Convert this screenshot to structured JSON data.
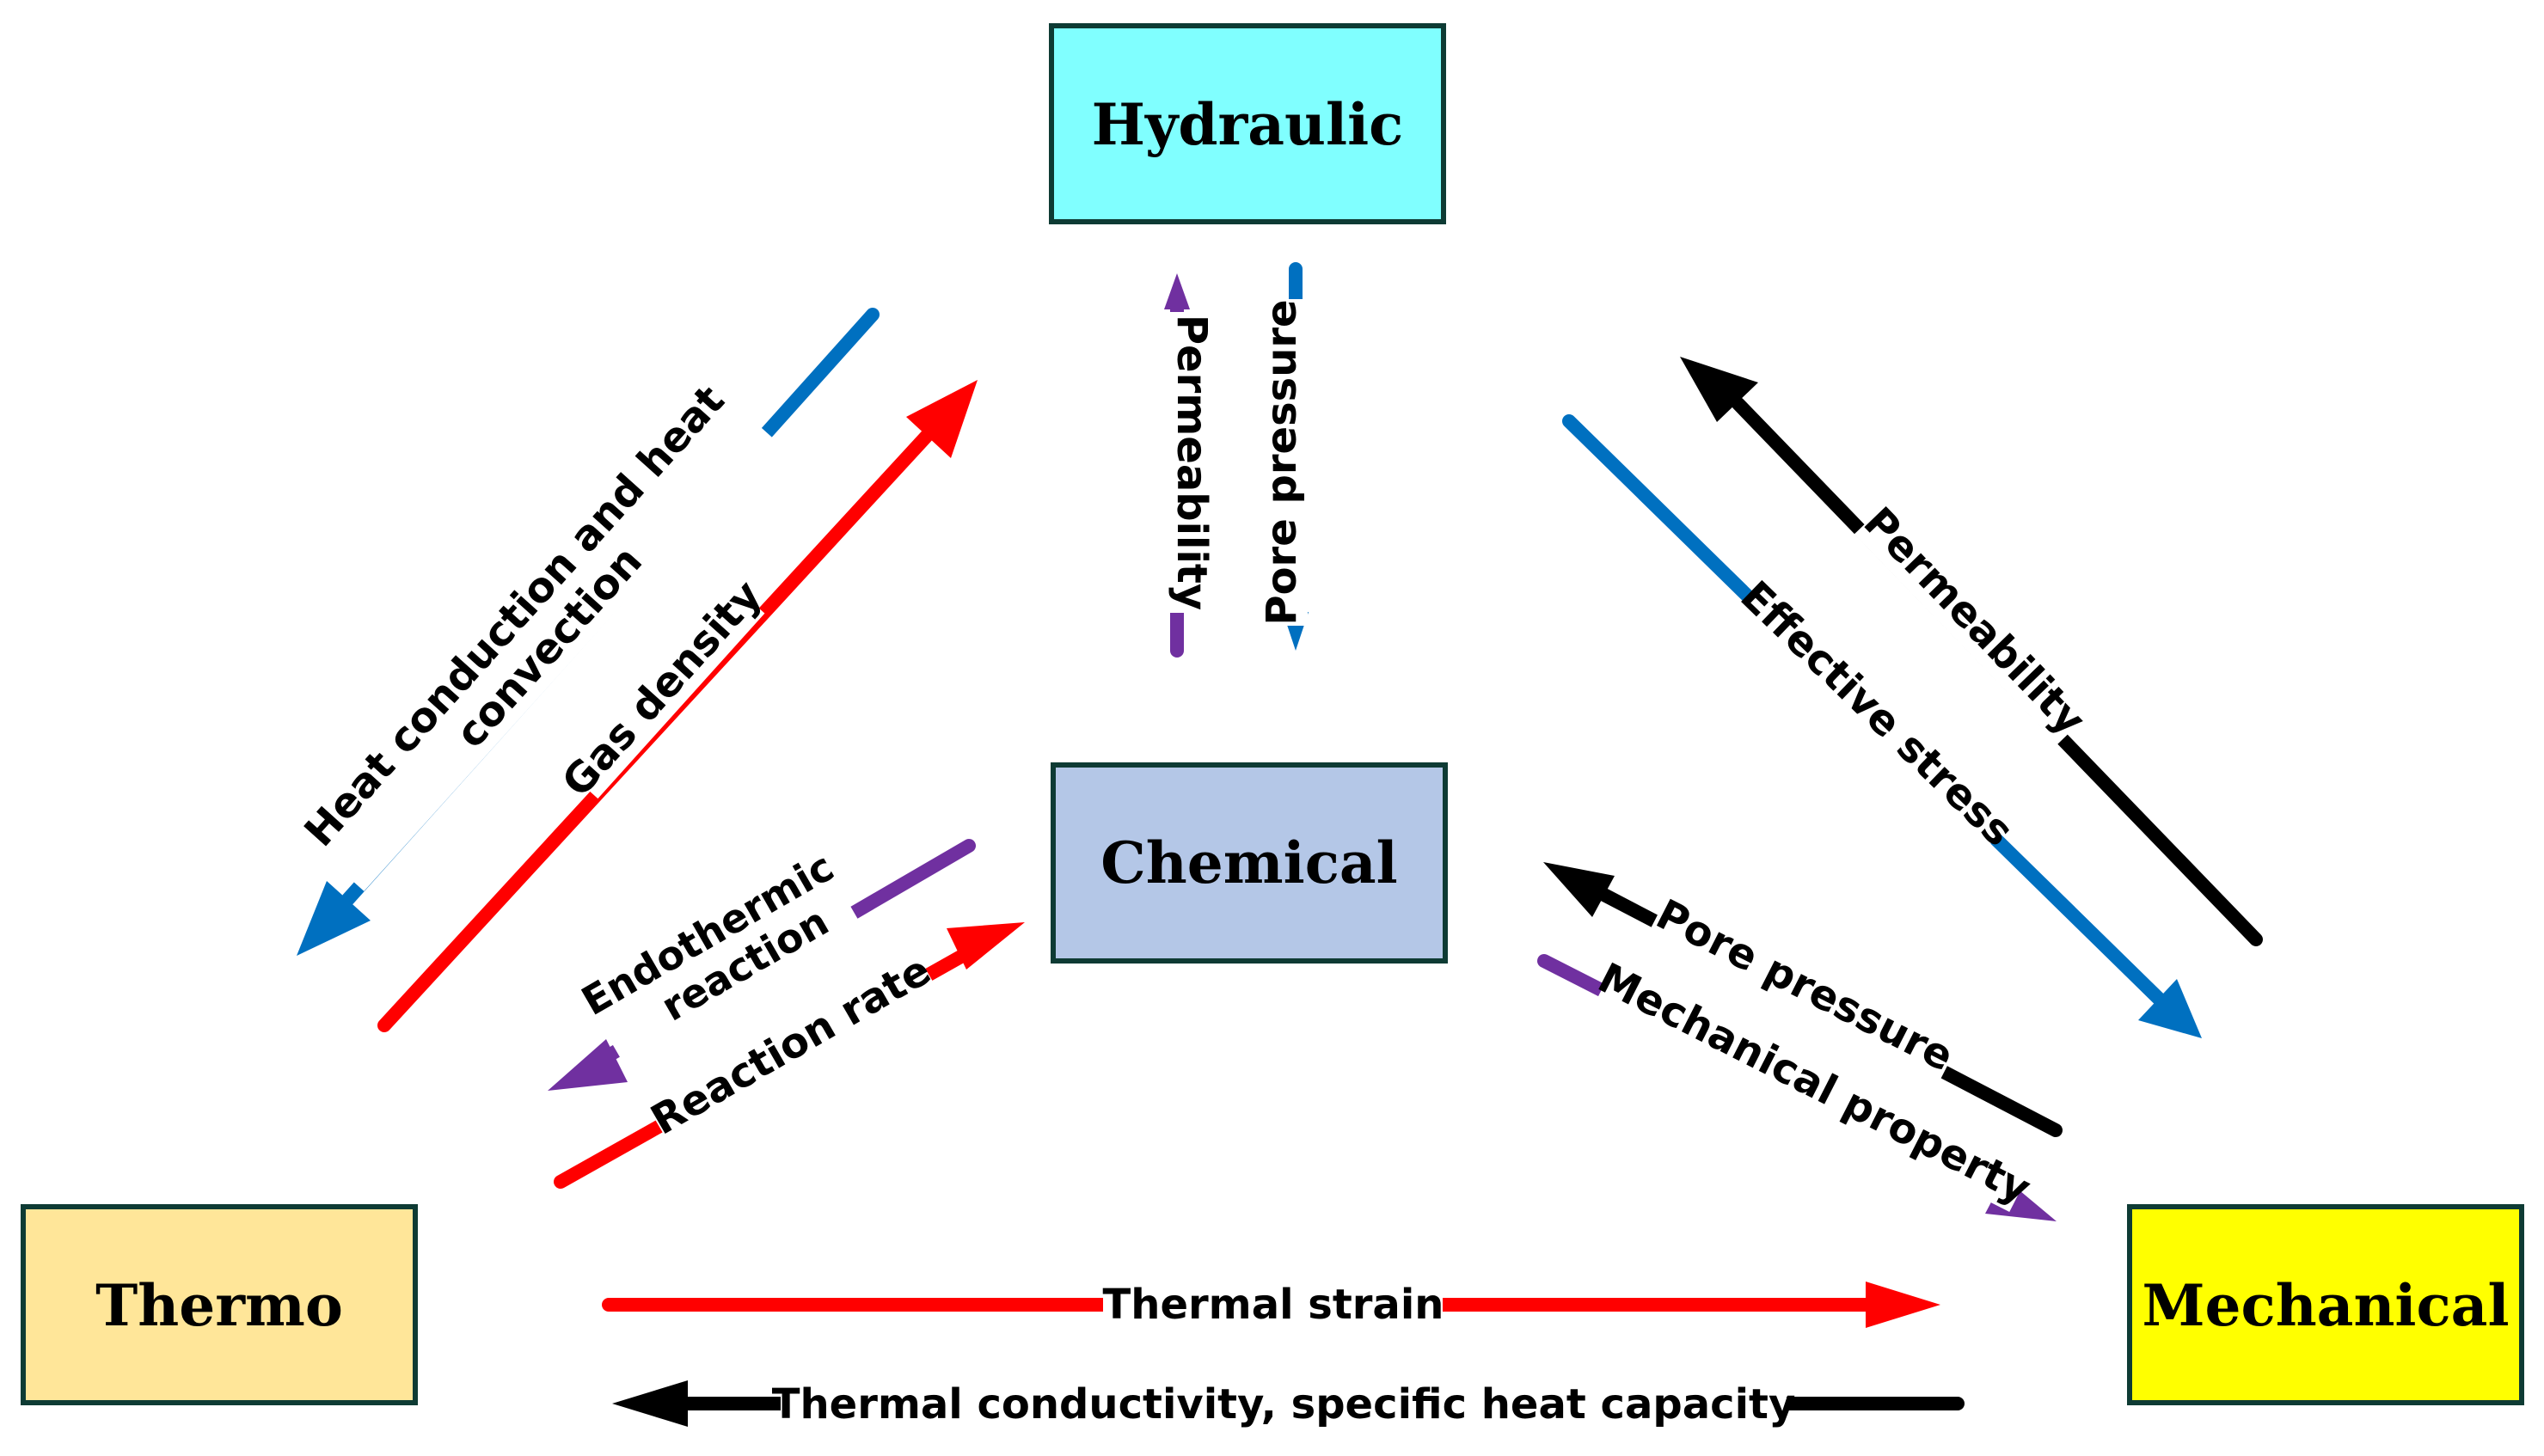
{
  "nodes": {
    "hydraulic": {
      "label": "Hydraulic",
      "fill": "#80FFFF"
    },
    "chemical": {
      "label": "Chemical",
      "fill": "#B4C7E7"
    },
    "thermo": {
      "label": "Thermo",
      "fill": "#FFE699"
    },
    "mechanical": {
      "label": "Mechanical",
      "fill": "#FFFF00"
    }
  },
  "node_border_color": "#0E3B34",
  "colors": {
    "red": "#FF0000",
    "blue": "#0070C0",
    "black": "#000000",
    "purple": "#7030A0"
  },
  "edges": {
    "heat_conduction_line1": "Heat conduction and heat",
    "heat_conduction_line2": "convection",
    "gas_density": "Gas density",
    "permeability_hc": "Permeability",
    "pore_pressure_hc": "Pore pressure",
    "permeability_hm": "Permeability",
    "effective_stress": "Effective stress",
    "endothermic_line1": "Endothermic",
    "endothermic_line2": "reaction",
    "reaction_rate": "Reaction rate",
    "pore_pressure_cm": "Pore pressure",
    "mechanical_property": "Mechanical property",
    "thermal_strain": "Thermal strain",
    "thermal_conductivity": "Thermal conductivity, specific heat capacity"
  }
}
